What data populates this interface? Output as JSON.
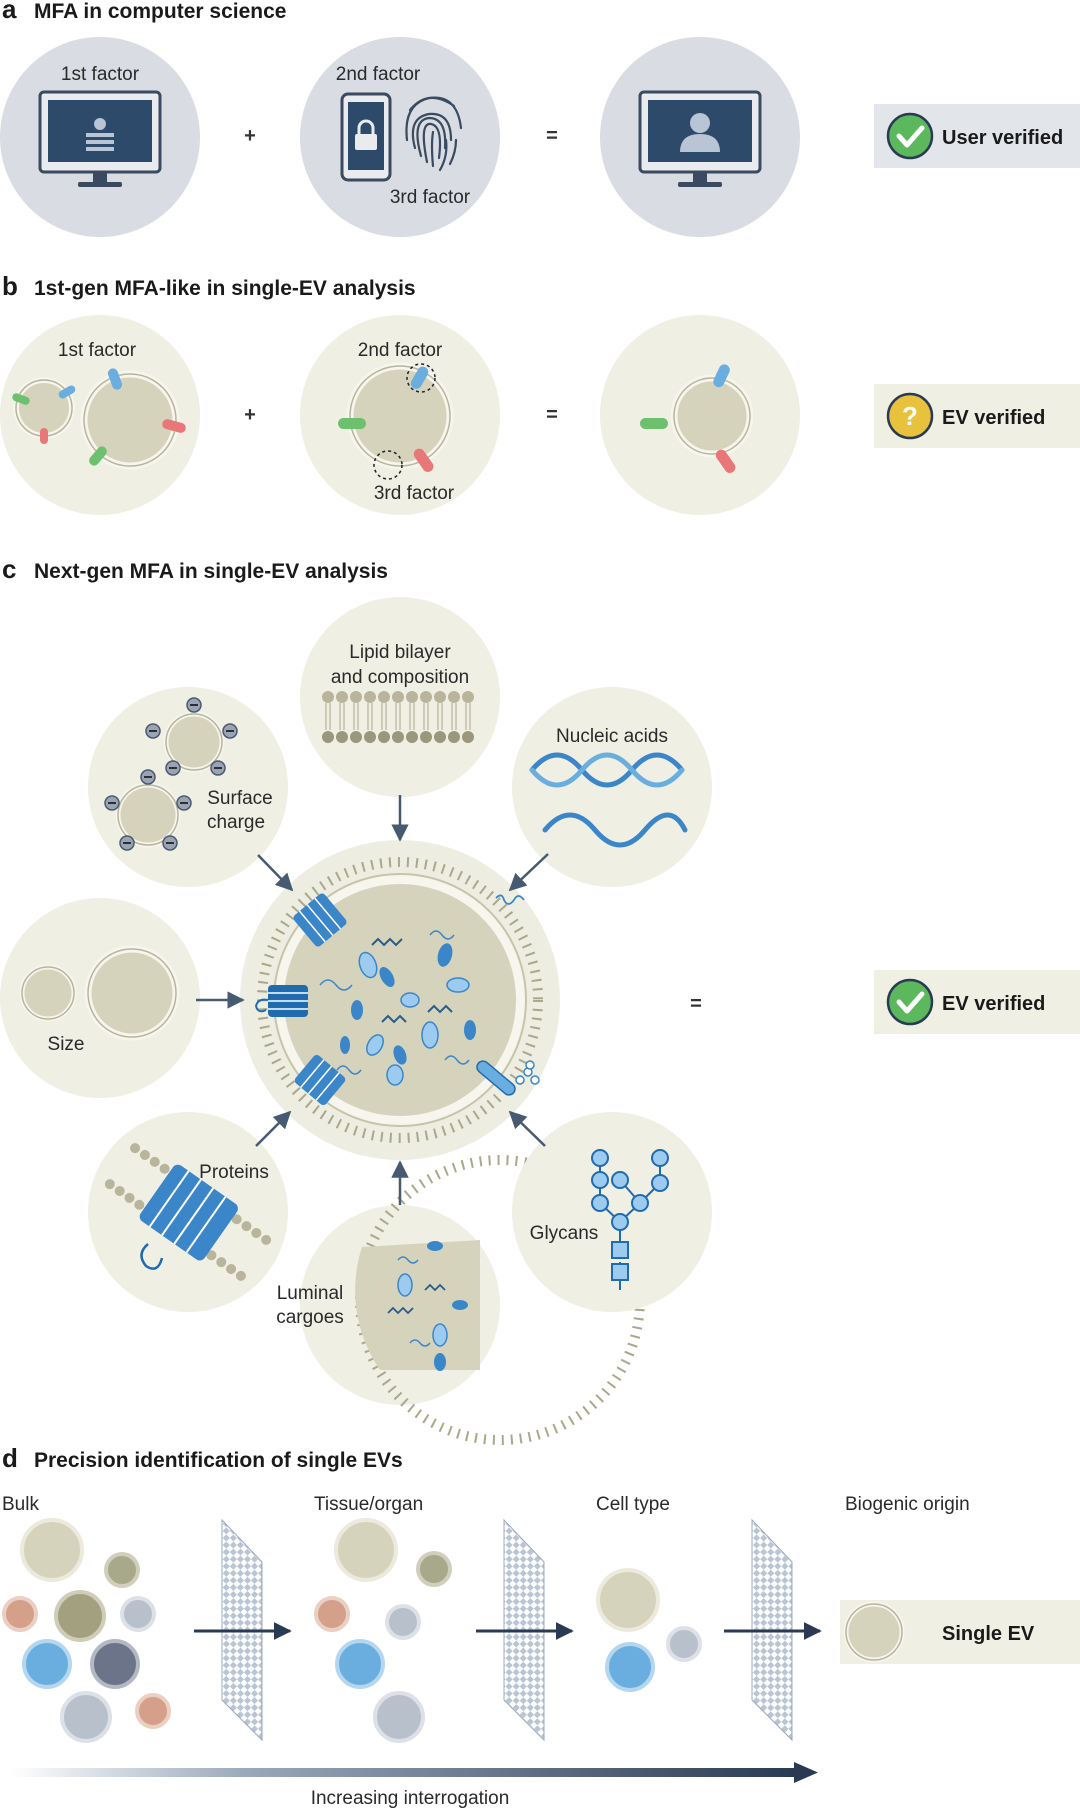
{
  "panel_a": {
    "letter": "a",
    "title": "MFA in computer science",
    "factor1": "1st factor",
    "factor2": "2nd factor",
    "factor3": "3rd factor",
    "plus": "+",
    "equals": "=",
    "result": "User verified",
    "result_icon": "check-icon"
  },
  "panel_b": {
    "letter": "b",
    "title": "1st-gen MFA-like in single-EV analysis",
    "factor1": "1st factor",
    "factor2": "2nd factor",
    "factor3": "3rd factor",
    "plus": "+",
    "equals": "=",
    "result": "EV verified",
    "result_icon": "question-icon"
  },
  "panel_c": {
    "letter": "c",
    "title": "Next-gen MFA in single-EV analysis",
    "lipid_line1": "Lipid bilayer",
    "lipid_line2": "and composition",
    "nucleic": "Nucleic acids",
    "surface_line1": "Surface",
    "surface_line2": "charge",
    "size": "Size",
    "proteins": "Proteins",
    "luminal_line1": "Luminal",
    "luminal_line2": "cargoes",
    "glycans": "Glycans",
    "equals": "=",
    "result": "EV verified",
    "result_icon": "check-icon"
  },
  "panel_d": {
    "letter": "d",
    "title": "Precision identification of single EVs",
    "stage1": "Bulk",
    "stage2": "Tissue/organ",
    "stage3": "Cell type",
    "stage4": "Biogenic origin",
    "result": "Single EV",
    "axis": "Increasing interrogation"
  },
  "colors": {
    "green": "#5cb85c",
    "yellow": "#e8c23c",
    "blue": "#3a86c8",
    "pink": "#e87878",
    "ev": "#d6d3bd",
    "panel_bg": "#f2f2ea",
    "circle_a": "#d9dce2"
  }
}
